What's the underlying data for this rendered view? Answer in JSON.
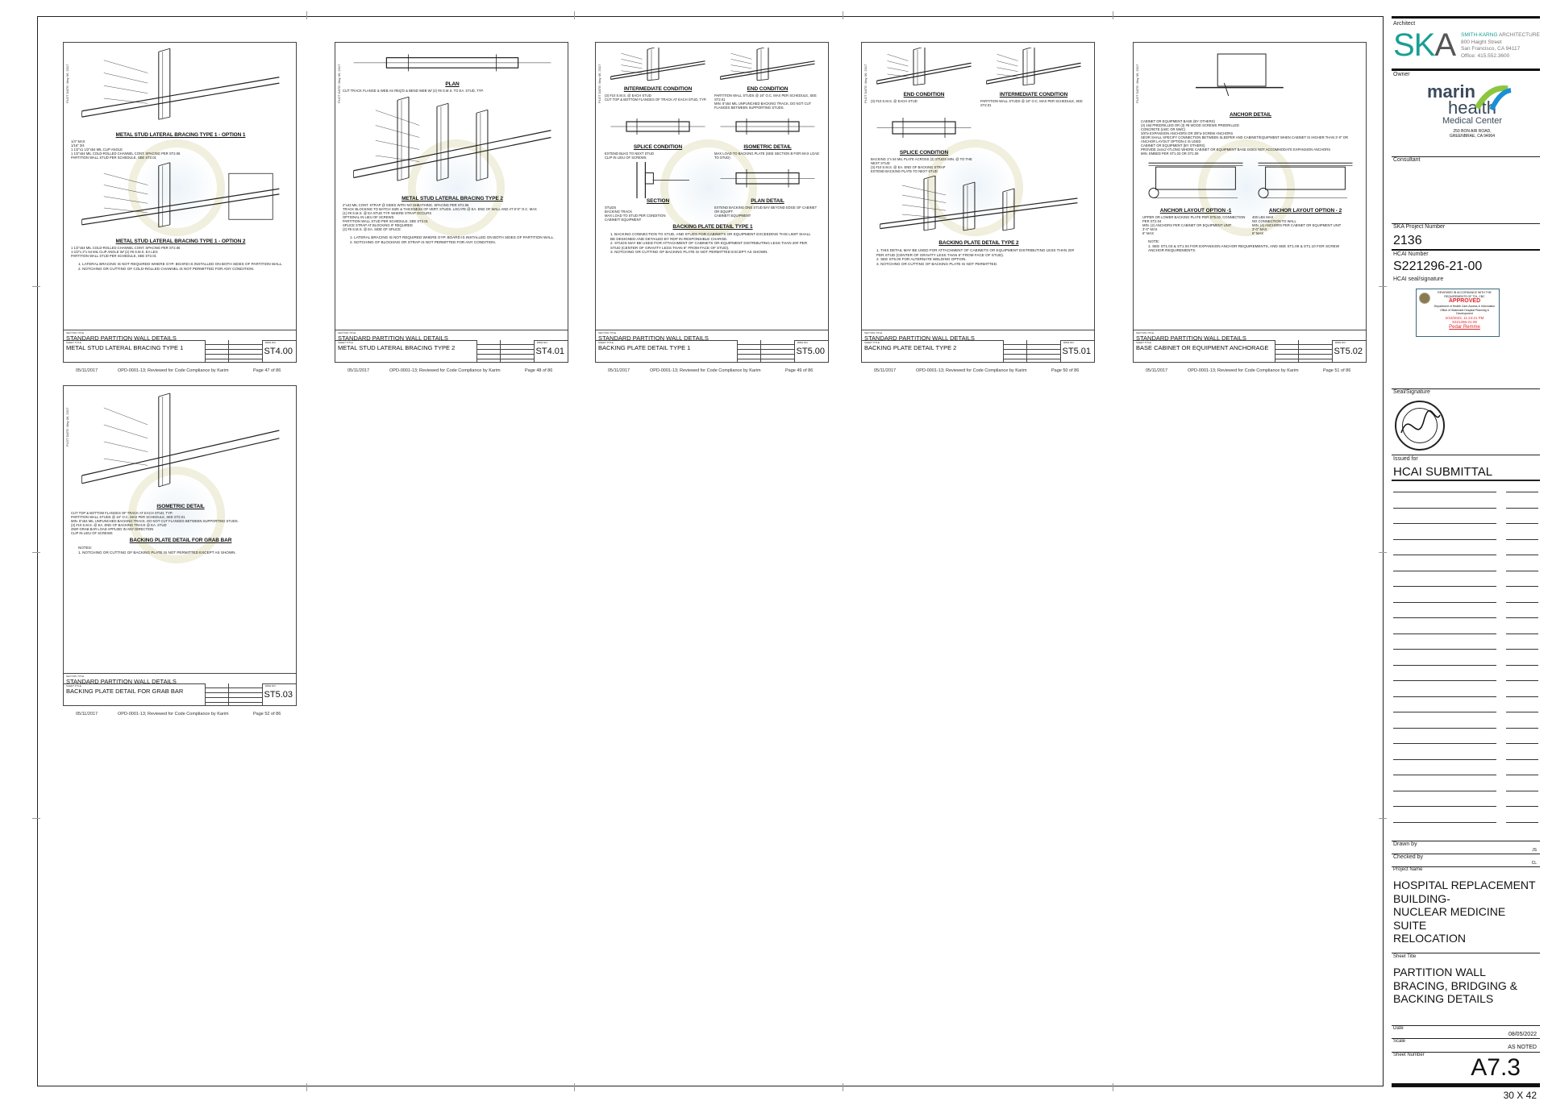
{
  "panels": [
    {
      "plot_date": "PLOT DATE: May 06, 2017",
      "section_title": "STANDARD PARTITION WALL DETAILS",
      "sheet_title": "METAL STUD LATERAL BRACING TYPE 1",
      "sheet_no": "ST4.00",
      "views": [
        {
          "heading": "METAL STUD LATERAL BRACING TYPE 1 - OPTION 1",
          "labels": [
            "1/4\" MAX",
            "1/16\" 3/4",
            "1 1/2\"x1 1/2\"x54 MIL CLIP ANGLE",
            "1 1/2\"x54 MIL COLD-ROLLED CHANNEL CONT. SPACING PER ST2.06",
            "PARTITION WALL STUD PER SCHEDULE, SEE ST2.01"
          ]
        },
        {
          "heading": "METAL STUD LATERAL BRACING TYPE 1 - OPTION 2",
          "labels": [
            "1 1/2\"x54 MIL COLD-ROLLED CHANNEL CONT. SPACING PER ST2.06",
            "1-1/2\"x 2\"x 54 MIL CLIP ANGLE W/ (2) #8 S.M.S. EA LEG",
            "PARTITION WALL STUD PER SCHEDULE, SEE ST2.01"
          ]
        }
      ],
      "notes": [
        "1. LATERAL BRACING IS NOT REQUIRED WHERE GYP. BOARD IS INSTALLED ON BOTH SIDES OF PARTITION WALL.",
        "2. NOTCHING OR CUTTING OF COLD-ROLLED CHANNEL IS NOT PERMITTED FOR ANY CONDITION."
      ],
      "footer": {
        "date": "05/11/2017",
        "review": "OPD-0001-13; Reviewed for Code Compliance by Karim",
        "page": "Page 47 of 86"
      }
    },
    {
      "plot_date": "PLOT DATE: May 06, 2017",
      "section_title": "STANDARD PARTITION WALL DETAILS",
      "sheet_title": "METAL STUD LATERAL BRACING TYPE 2",
      "sheet_no": "ST4.01",
      "views": [
        {
          "heading": "PLAN",
          "labels": [
            "CUT TRACK FLANGE & WEB AS REQ'D & BEND WEB W/ (2) #8 S.M.S. TO EA. STUD, TYP."
          ]
        },
        {
          "heading": "METAL STUD LATERAL BRACING TYPE 2",
          "labels": [
            "2\"x43 MIL CONT. STRAP @ SIDES WITH NO SHEATHING. SPACING PER ST2.06",
            "TRACK BLOCKING TO MATCH SIZE & THICKNESS OF VERT. STUDS. LOCATE @ EA. END OF WALL AND AT 8'-0\" O.C. MAX",
            "(1) #8 S.M.S. @ EA STUD TYP. WHERE STRAP OCCURS",
            "OPTIONAL IN LIEU OF SCREWS",
            "PARTITION WALL STUD PER SCHEDULE, SEE ST2.01",
            "SPLICE STRAP AT BLOCKING IF REQUIRED",
            "(2) #8 S.M.S. @ EA. SIDE OF SPLICE"
          ]
        }
      ],
      "notes": [
        "1. LATERAL BRACING IS NOT REQUIRED WHERE GYP. BOARD IS INSTALLED ON BOTH SIDES OF PARTITION WALL.",
        "2. NOTCHING OF BLOCKING OR STRAP IS NOT PERMITTED FOR ANY CONDITION."
      ],
      "footer": {
        "date": "05/11/2017",
        "review": "OPD-0001-13; Reviewed for Code Compliance by Karim",
        "page": "Page 48 of 86"
      }
    },
    {
      "plot_date": "PLOT DATE: May 06, 2017",
      "section_title": "STANDARD PARTITION WALL DETAILS",
      "sheet_title": "BACKING PLATE DETAIL TYPE 1",
      "sheet_no": "ST5.00",
      "views": [
        {
          "heading": "INTERMEDIATE CONDITION",
          "labels": [
            "(3) #10 S.M.S. @ EACH STUD",
            "CUT TOP & BOTTOM FLANGES OF TRACK AT EACH STUD, TYP."
          ]
        },
        {
          "heading": "END CONDITION",
          "labels": [
            "PARTITION WALL STUDS @ 16\" O.C. MAX PER SCHEDULE, SEE ST2.01",
            "MIN. 6\"x54 MIL UNPUNCHED BACKING TRACK. DO NOT CUT FLANGES BETWEEN SUPPORTING STUDS."
          ]
        },
        {
          "heading": "SPLICE CONDITION",
          "labels": [
            "EXTEND BLKG TO NEXT STUD",
            "CLIP IN LIEU OF SCREWS"
          ]
        },
        {
          "heading": "ISOMETRIC DETAIL",
          "labels": [
            "MAX LOAD TO BACKING PLATE (SEE SECTION B FOR MAX LOAD TO STUD)"
          ]
        },
        {
          "heading": "SECTION",
          "labels": [
            "STUDS",
            "BACKING TRACK",
            "MAX LOAD TO STUD PER CONDITION",
            "CABINET/ EQUIPMENT"
          ]
        },
        {
          "heading": "PLAN DETAIL",
          "labels": [
            "EXTEND BACKING ONE STUD BAY BEYOND EDGE OF CABINET OR EQUIPT.",
            "CABINET/ EQUIPMENT"
          ]
        },
        {
          "heading": "BACKING PLATE DETAIL TYPE 1",
          "labels": []
        }
      ],
      "notes": [
        "1. BACKING CONNECTION TO STUD, AND STUDS FOR CABINETS OR EQUIPMENT EXCEEDING THIS LIMIT SHALL BE DESIGNED AND DETAILED BY RDP IN RESPONSIBLE CHARGE.",
        "2. STUDS MAY BE USED FOR ATTACHMENT OF CABINETS OR EQUIPMENT DISTRIBUTING LESS THAN 20# PER STUD (CENTER OF GRAVITY LESS THAN 6\" FROM FACE OF STUD).",
        "3. NOTCHING OR CUTTING OF BACKING PLATE IS NOT PERMITTED EXCEPT AS SHOWN."
      ],
      "footer": {
        "date": "05/11/2017",
        "review": "OPD-0001-13; Reviewed for Code Compliance by Karim",
        "page": "Page 49 of 86"
      }
    },
    {
      "plot_date": "PLOT DATE: May 06, 2017",
      "section_title": "STANDARD PARTITION WALL DETAILS",
      "sheet_title": "BACKING PLATE DETAIL TYPE 2",
      "sheet_no": "ST5.01",
      "views": [
        {
          "heading": "END CONDITION",
          "labels": [
            "(3) #10 S.M.S. @ EACH STUD"
          ]
        },
        {
          "heading": "INTERMEDIATE CONDITION",
          "labels": [
            "PARTITION WALL STUDS @ 16\" O.C. MAX PER SCHEDULE, SEE ST2.01"
          ]
        },
        {
          "heading": "SPLICE CONDITION",
          "labels": [
            "BACKING 1\"x 54 MIL PLATE ACROSS (3) STUDS MIN. @ TO THE NEXT STUD",
            "(3) #10 S.M.S. @ EA. END OF BACKING STRAP",
            "EXTEND BACKING PLATE TO NEXT STUD"
          ]
        },
        {
          "heading": "BACKING PLATE DETAIL TYPE 2",
          "labels": []
        }
      ],
      "notes": [
        "1. THIS DETAIL MAY BE USED FOR ATTACHMENT OF CABINETS OR EQUIPMENT DISTRIBUTING LESS THAN 20# PER STUD (CENTER OF GRAVITY LESS THAN 6\" FROM FACE OF STUD).",
        "2. SEE ST5.00 FOR ALTERNATE WELDING OPTION.",
        "3. NOTCHING OR CUTTING OF BACKING PLATE IS NOT PERMITTED."
      ],
      "footer": {
        "date": "05/11/2017",
        "review": "OPD-0001-13; Reviewed for Code Compliance by Karim",
        "page": "Page 50 of 86"
      }
    },
    {
      "plot_date": "PLOT DATE: May 06, 2017",
      "section_title": "STANDARD PARTITION WALL DETAILS",
      "sheet_title": "BASE CABINET OR EQUIPMENT ANCHORAGE",
      "sheet_no": "ST5.02",
      "views": [
        {
          "heading": "ANCHOR DETAIL",
          "labels": [
            "CABINET OR EQUIPMENT BASE (BY OTHERS)",
            "(3) 16d PREDRILLED OR (3) #8 WOOD SCREWS PREDRILLED",
            "CONCRETE (LWC OR NWC)",
            "3/8\"ø EXPANSION ANCHORS OR 3/8\"ø SCREW ANCHORS",
            "SEOR SHALL SPECIFY CONNECTION BETWEEN SLEEPER AND CABINET/EQUIPMENT WHEN CABINET IS HIGHER THAN 3'-0\" OR ANCHOR LAYOUT OPTION-2 IS USED",
            "CABINET OR EQUIPMENT (BY OTHERS)",
            "PROVIDE 2x4x1'-0\"LONG WHERE CABINET OR EQUIPMENT BASE DOES NOT ACCOMMODATE EXPANSION ANCHORS",
            "MIN. EMBED PER ST1.03 OR ST1.09"
          ]
        },
        {
          "heading": "ANCHOR LAYOUT OPTION -1",
          "labels": [
            "UPPER OR LOWER BACKING PLATE PER ST5.00, CONNECTION PER ST2.04",
            "MIN. (2) ANCHORS PER CABINET OR EQUIPMENT UNIT",
            "3'-0\" MAX",
            "6\" MAX"
          ]
        },
        {
          "heading": "ANCHOR LAYOUT OPTION - 2",
          "labels": [
            "400 LBS MAX",
            "NO CONNECTION TO WALL",
            "MIN. (4) ANCHORS PER CABINET OR EQUIPMENT UNIT",
            "3'-0\" MAX",
            "6\" MAX"
          ]
        }
      ],
      "notes": [
        "NOTE:",
        "1. SEE ST1.03 & ST1.04 FOR EXPANSION ANCHOR REQUIREMENTS, AND SEE ST1.09 & ST1.10 FOR SCREW ANCHOR REQUIREMENTS."
      ],
      "footer": {
        "date": "05/11/2017",
        "review": "OPD-0001-13; Reviewed for Code Compliance by Karim",
        "page": "Page 51 of 86"
      }
    },
    {
      "plot_date": "PLOT DATE: May 06, 2017",
      "section_title": "STANDARD PARTITION WALL DETAILS",
      "sheet_title": "BACKING PLATE DETAIL FOR GRAB BAR",
      "sheet_no": "ST5.03",
      "views": [
        {
          "heading": "ISOMETRIC DETAIL",
          "labels": [
            "CUT TOP & BOTTOM FLANGES OF TRACK AT EACH STUD, TYP.",
            "PARTITION WALL STUDS @ 16\" O.C. MAX PER SCHEDULE, SEE ST2.01",
            "MIN. 6\"x54 MIL UNPUNCHED BACKING TRACK. DO NOT CUT FLANGES BETWEEN SUPPORTING STUDS.",
            "(3) #10 S.M.S. @ EA. END OF BACKING TRACK @ EA. STUD",
            "250# GRAB BAR LOAD APPLIED IN ANY DIRECTION",
            "CLIP IN LIEU OF SCREWS"
          ]
        },
        {
          "heading": "BACKING PLATE DETAIL FOR GRAB BAR",
          "labels": []
        }
      ],
      "notes": [
        "NOTES:",
        "1. NOTCHING OR CUTTING OF BACKING PLATE IS NOT PERMITTED EXCEPT AS SHOWN."
      ],
      "footer": {
        "date": "05/11/2017",
        "review": "OPD-0001-13; Reviewed for Code Compliance by Karim",
        "page": "Page 52 of 86"
      }
    }
  ],
  "panel_captions": {
    "section": "SECTION TITLE",
    "sheet": "SHEET TITLE",
    "dwg": "DWG NO."
  },
  "titleblock": {
    "architect_label": "Architect",
    "architect_logo": "SKA",
    "architect_name_a": "SMITH-KARNG",
    "architect_name_b": " ARCHITECTURE",
    "architect_address": [
      "800 Haight Street",
      "San Francisco, CA 94117",
      "Office:        415.552.3600"
    ],
    "owner_label": "Owner",
    "owner_logo_a": "marin",
    "owner_logo_b": "health",
    "owner_logo_c": "Medical Center",
    "owner_address": [
      "250 BON AIR ROAD,",
      "GREENBRAE, CA 94904"
    ],
    "consultant_label": "Consultant",
    "project_number_label": "SKA Project Number",
    "project_number": "2136",
    "hcai_label": "HCAI Number",
    "hcai_number": "S221296-21-00",
    "hcai_seal_label": "HCAI seal/signature",
    "stamp": {
      "line1": "REVIEWED IN ACCORDANCE WITH THE REQUIREMENTS OF T24, CBC",
      "status": "APPROVED",
      "dept": "Department of Health Care Access & Information",
      "office": "Office of Statewide Hospital Planning & Development",
      "datetime": "2/10/2023, 11:24:21 PM",
      "number": "S221296-21-00",
      "signer": "Pedar Remme"
    },
    "seal_label": "Seal/Signature",
    "issued_label": "Issued for",
    "issued_value": "HCAI SUBMITTAL",
    "drawn_label": "Drawn by",
    "drawn_value": "JS",
    "checked_label": "Checked by",
    "checked_value": "CL",
    "project_name_label": "Project Name",
    "project_name": [
      "HOSPITAL REPLACEMENT",
      "BUILDING-",
      "NUCLEAR MEDICINE SUITE",
      "RELOCATION"
    ],
    "sheet_title_label": "Sheet Title",
    "sheet_title": [
      "PARTITION WALL",
      "BRACING, BRIDGING &",
      "BACKING DETAILS"
    ],
    "date_label": "Date",
    "date_value": "08/05/2022",
    "scale_label": "Scale",
    "scale_value": "AS NOTED",
    "sheet_number_label": "Sheet Number",
    "sheet_number": "A7.3",
    "sheet_size": "30 X 42"
  },
  "colors": {
    "ska_teal": "#1a9e93",
    "ska_gray": "#555555",
    "marin_green": "#8cc63e",
    "marin_blue": "#1b8fd6",
    "stamp_red": "#e0262b"
  }
}
